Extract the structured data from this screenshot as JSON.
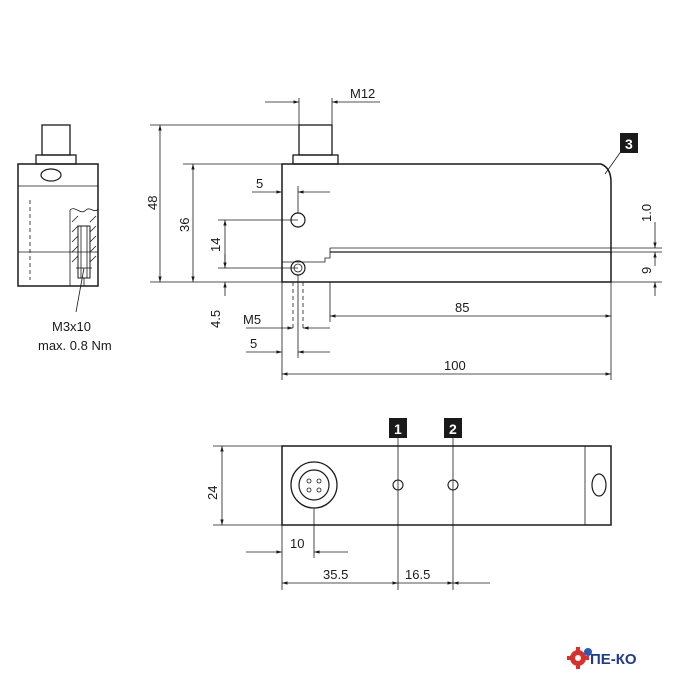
{
  "side_view": {
    "thread_top": "M12",
    "dim_height_total": "48",
    "dim_height_36": "36",
    "dim_hole_spacing": "14",
    "dim_bottom_offset": "4.5",
    "dim_hole_from_edge": "5",
    "thread_side": "M5",
    "dim_thread_offset": "5",
    "dim_slot_gap": "1.0",
    "dim_lower_height": "9",
    "dim_length_85": "85",
    "dim_length_total": "100",
    "badge_3": "3"
  },
  "end_view": {
    "screw_label_1": "M3x10",
    "screw_label_2": "max. 0.8 Nm"
  },
  "top_view": {
    "dim_width": "24",
    "dim_connector": "10",
    "dim_led1": "35.5",
    "dim_led_spacing": "16.5",
    "badge_1": "1",
    "badge_2": "2"
  },
  "logo": {
    "text": "ПЕ-КО",
    "color": "#1f3b8c",
    "icon": "gear-icon"
  }
}
